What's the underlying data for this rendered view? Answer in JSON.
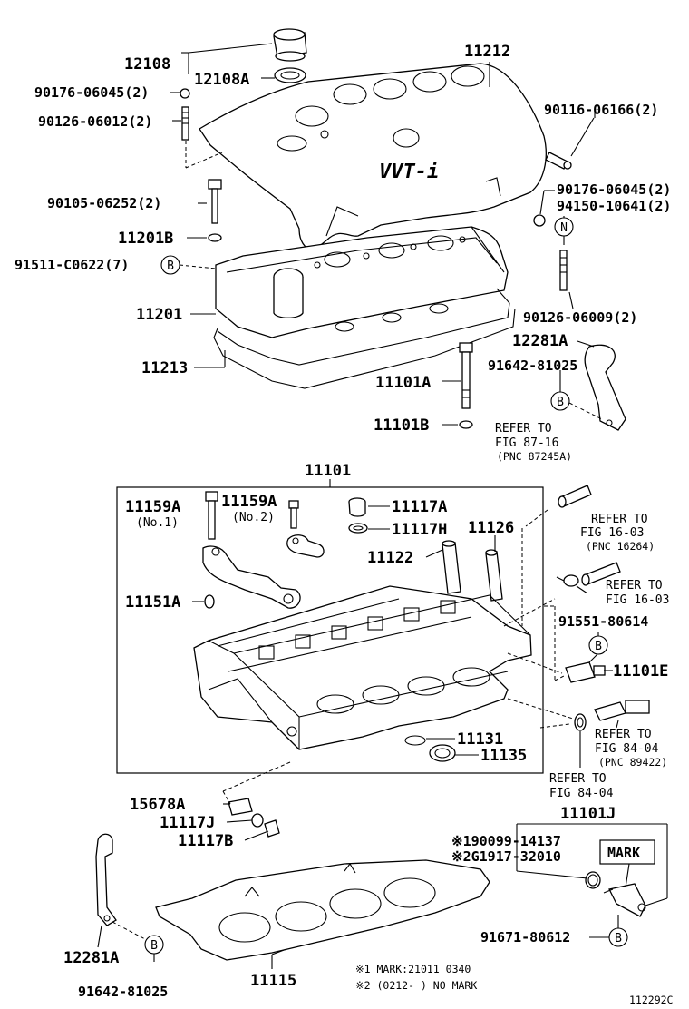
{
  "diagram_id": "112292C",
  "labels": {
    "p12108": "12108",
    "p12108A": "12108A",
    "p11212": "11212",
    "p90176a": "90176-06045(2)",
    "p90126a": "90126-06012(2)",
    "p90116": "90116-06166(2)",
    "p90176b": "90176-06045(2)",
    "p94150": "94150-10641(2)",
    "p90105": "90105-06252(2)",
    "p11201B": "11201B",
    "p91511": "91511-C0622(7)",
    "p11201": "11201",
    "p90126b": "90126-06009(2)",
    "p11213": "11213",
    "p12281A_top": "12281A",
    "p91642_top": "91642-81025",
    "p11101A": "11101A",
    "p11101B": "11101B",
    "p11101": "11101",
    "p11159A_1": "11159A",
    "p11159A_2": "11159A",
    "no1": "(No.1)",
    "no2": "(No.2)",
    "p11117A": "11117A",
    "p11117H": "11117H",
    "p11126": "11126",
    "p11122": "11122",
    "p11151A": "11151A",
    "p91551": "91551-80614",
    "p11101E": "11101E",
    "p11131": "11131",
    "p11135": "11135",
    "p15678A": "15678A",
    "p11117J": "11117J",
    "p11117B": "11117B",
    "p11101J": "11101J",
    "p90099": "※190099-14137",
    "pG1917": "※2G1917-32010",
    "mark": "MARK",
    "p12281A_bot": "12281A",
    "p91642_bot": "91642-81025",
    "p91671": "91671-80612",
    "p11115": "11115",
    "note1": "※1 MARK:21011 0340",
    "note2": "※2 (0212-      ) NO MARK",
    "circle_b": "B",
    "circle_n": "N",
    "emblem": "VVT-i"
  },
  "refs": {
    "r1": [
      "REFER TO",
      "FIG 87-16",
      "(PNC 87245A)"
    ],
    "r2": [
      "REFER TO",
      "FIG 16-03",
      "(PNC 16264)"
    ],
    "r3": [
      "REFER TO",
      "FIG 16-03"
    ],
    "r4": [
      "REFER TO",
      "FIG 84-04",
      "(PNC 89422)"
    ],
    "r5": [
      "REFER TO",
      "FIG 84-04"
    ]
  }
}
